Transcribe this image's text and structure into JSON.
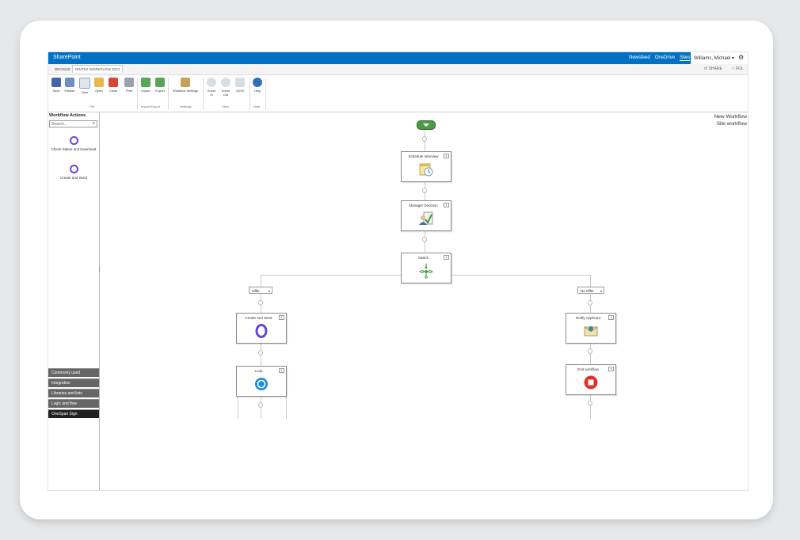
{
  "suite_bar": {
    "brand": "SharePoint",
    "links": [
      "Newsfeed",
      "OneDrive",
      "Sites"
    ],
    "user": "Williams, Michael ▾"
  },
  "tabs": {
    "browse": "BROWSE",
    "active": "NINTEX WORKFLOW 2013",
    "share": "SHARE",
    "follow": "FOL"
  },
  "ribbon": {
    "buttons": [
      "Save",
      "Publish",
      "New",
      "Open",
      "Close",
      "Print",
      "Import",
      "Export",
      "Workflow Settings",
      "Zoom In",
      "Zoom Out",
      "100%",
      "Help"
    ],
    "groups": [
      "File",
      "Import/Export",
      "Settings",
      "View",
      "Help"
    ]
  },
  "left_panel": {
    "title": "Workflow Actions",
    "search_placeholder": "Search...",
    "actions": [
      "Check Status and Download",
      "Create and Send"
    ],
    "categories": [
      "Commonly used",
      "Integration",
      "Libraries and lists",
      "Logic and flow",
      "OneSpan Sign"
    ]
  },
  "canvas": {
    "workflow_info": [
      "New Workflow",
      "Site workflow"
    ],
    "nodes": {
      "schedule": "Schedule Interview",
      "manager": "Manager Decision",
      "switch": "Switch",
      "create": "Create and Send",
      "loop": "Loop",
      "notify": "Notify Applicant",
      "end": "End workflow"
    },
    "branches": [
      "Offer",
      "No Offer"
    ]
  },
  "colors": {
    "suite_bar": "#0072c6",
    "start": "#4a9a46",
    "onespan_ring": "#6a45d6",
    "end": "#e0312b"
  }
}
